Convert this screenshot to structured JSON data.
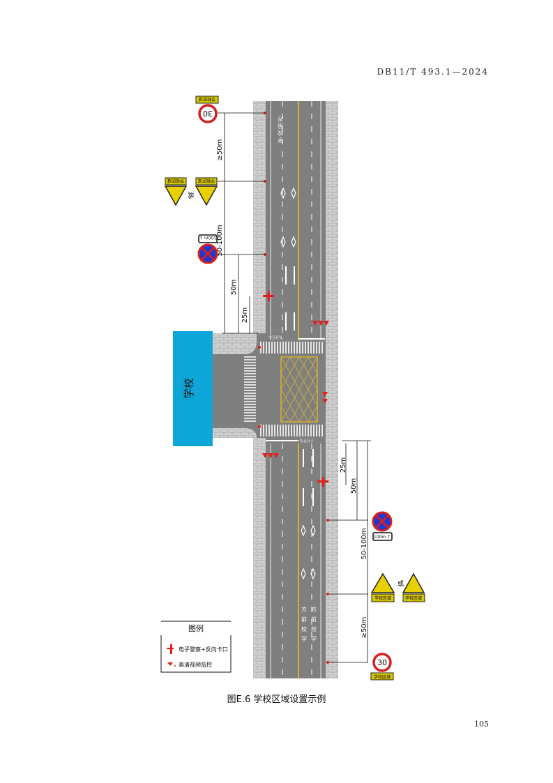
{
  "header": {
    "standard_code": "DB11/T 493.1—2024"
  },
  "page_number": "105",
  "caption": "图E.6  学校区域设置示例",
  "figure": {
    "school_label": "学校",
    "sign_text_school_zone": "学校区域",
    "speed_limit": "30",
    "no_stopping_plate_top": "100m ↓",
    "no_stopping_plate_bottom": "100m ↑",
    "or_label": "或",
    "road_marking_chars": [
      "学",
      "校",
      "前",
      "方"
    ],
    "crosswalk_text": "礼让行人",
    "dimensions_top": {
      "d1": "≥50m",
      "d2": "50-100m",
      "d3": "50m",
      "d4": "25m"
    },
    "dimensions_bottom": {
      "d1": "25m",
      "d2": "50m",
      "d3": "50-100m",
      "d4": "≥50m"
    },
    "legend": {
      "title": "图例",
      "items": [
        {
          "label": "电子警察+反向卡口"
        },
        {
          "label": "高清视频监控"
        }
      ]
    }
  },
  "colors": {
    "road": "#7f7f7f",
    "sidewalk": "#c8c8c8",
    "school": "#0ea5d8",
    "center_line": "#d8b030",
    "sign_red": "#d81e1e",
    "sign_yellow": "#e8d000",
    "device_red": "#e0201c"
  }
}
